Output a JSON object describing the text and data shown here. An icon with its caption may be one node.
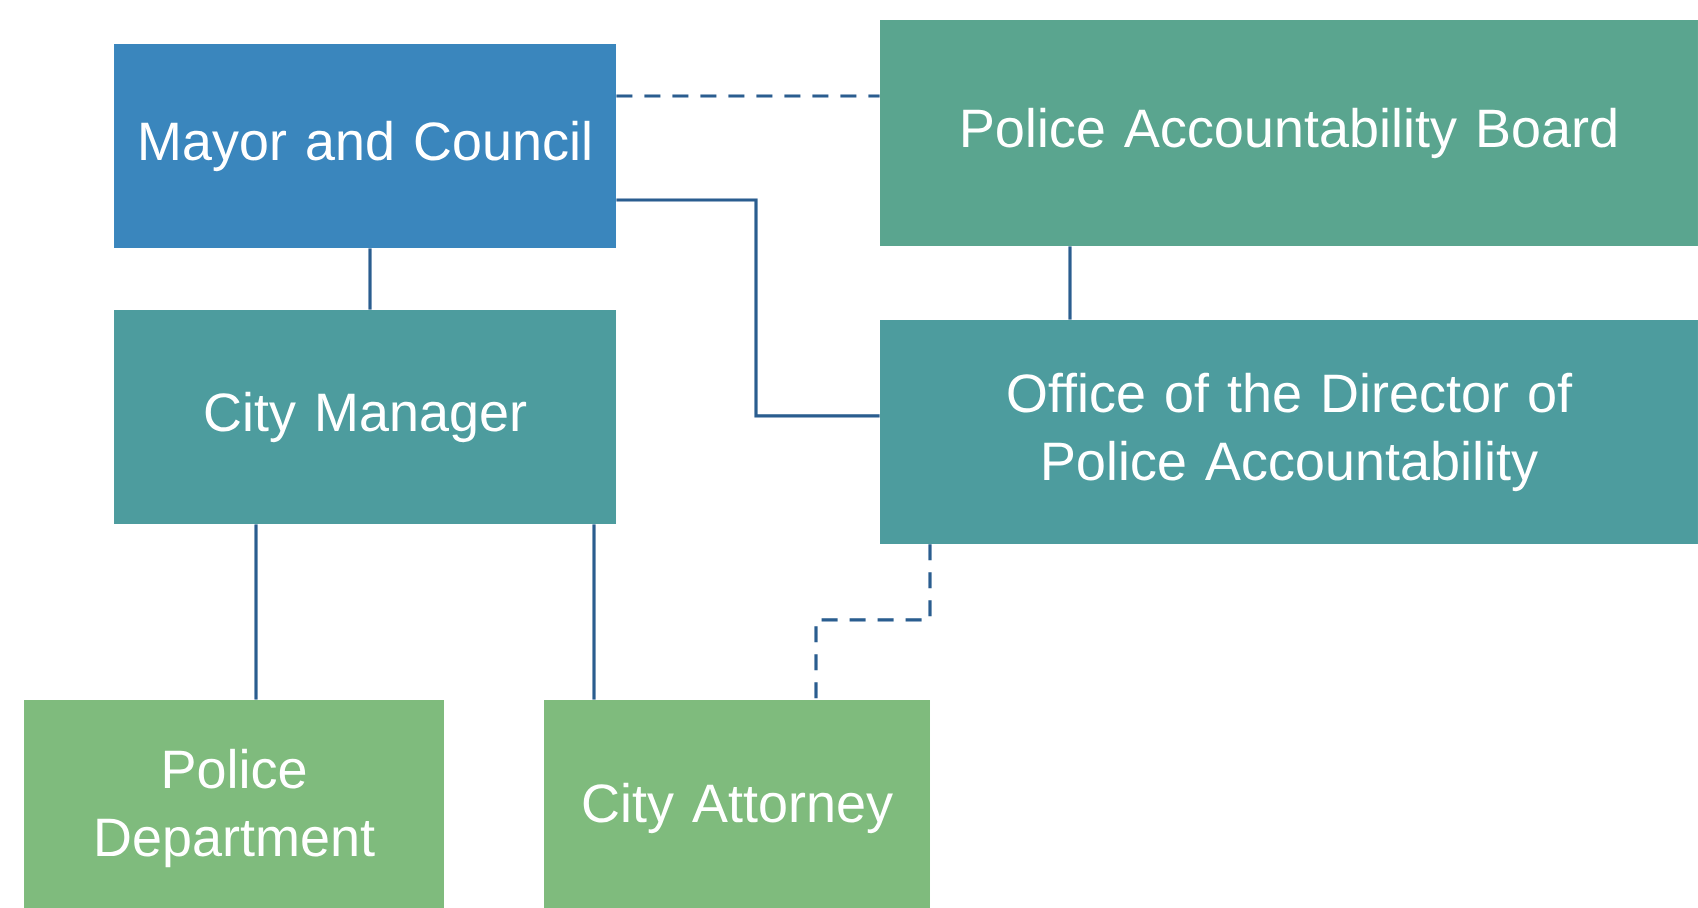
{
  "diagram": {
    "nodes": [
      {
        "text": [
          "Mayor and Council"
        ]
      },
      {
        "text": [
          "Police Accountability Board"
        ]
      },
      {
        "text": [
          "City Manager"
        ]
      },
      {
        "text": [
          "Office of the Director of Police Accountability"
        ]
      },
      {
        "text": [
          "Police Department"
        ]
      },
      {
        "text": [
          "City Attorney"
        ]
      }
    ],
    "edges": [
      {
        "from": 0,
        "to": 1,
        "arrow": "none",
        "style": "dashed"
      },
      {
        "from": 0,
        "to": 2,
        "arrow": "none"
      },
      {
        "from": 0,
        "to": 3,
        "arrow": "none"
      },
      {
        "from": 1,
        "to": 3,
        "arrow": "none"
      },
      {
        "from": 2,
        "to": 4,
        "arrow": "none"
      },
      {
        "from": 2,
        "to": 5,
        "arrow": "none"
      },
      {
        "from": 3,
        "to": 5,
        "arrow": "none",
        "style": "dashed"
      }
    ]
  }
}
